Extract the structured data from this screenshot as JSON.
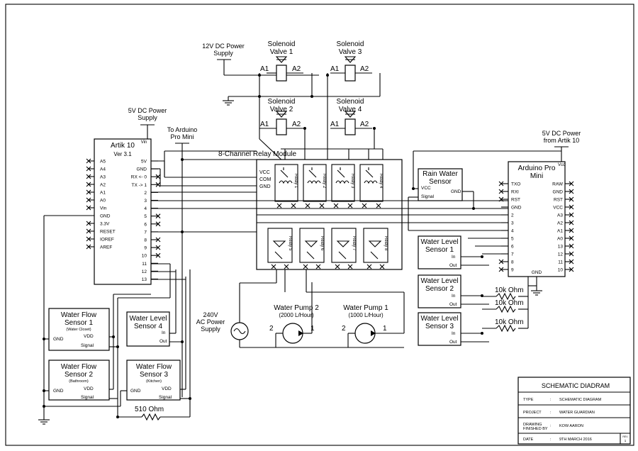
{
  "title_block": {
    "heading": "SCHEMATIC DIADRAM",
    "type_label": "TYPE",
    "type_value": "SCHEMATIC DIAGRAM",
    "project_label": "PROJECT",
    "project_value": "WATER GUARDIAN",
    "drawing_label_1": "DRAWING",
    "drawing_label_2": "FINISHED BY",
    "drawing_value": "KOW AARON",
    "date_label": "DATE",
    "date_value": "9TH MARCH 2016",
    "sep": ":",
    "rev_label": "REV",
    "rev_value": "1"
  },
  "power": {
    "v12": [
      "12V DC Power",
      "Supply"
    ],
    "v5_artik": [
      "5V DC Power",
      "Supply"
    ],
    "v5_pro": [
      "5V DC Power",
      "from Artik 10"
    ],
    "to_pro": [
      "To Arduino",
      "Pro Mini"
    ],
    "ac": [
      "240V",
      "AC Power",
      "Supply"
    ]
  },
  "solenoids": [
    {
      "l1": "Solenoid",
      "l2": "Valve 1",
      "a1": "A1",
      "a2": "A2"
    },
    {
      "l1": "Solenoid",
      "l2": "Valve 3",
      "a1": "A1",
      "a2": "A2"
    },
    {
      "l1": "Solenoid",
      "l2": "Valve 2",
      "a1": "A1",
      "a2": "A2"
    },
    {
      "l1": "Solenoid",
      "l2": "Valve 4",
      "a1": "A1",
      "a2": "A2"
    }
  ],
  "artik": {
    "name": "Artik 10",
    "ver": "Ver 3.1",
    "vin": "Vin",
    "left_pins": [
      "A5",
      "A4",
      "A3",
      "A2",
      "A1",
      "A0",
      "Vin",
      "GND",
      "3.3V",
      "RESET",
      "IOREF",
      "AREF"
    ],
    "right_pins": [
      "5V",
      "GND",
      "RX <- 0",
      "TX -> 1",
      "2",
      "3",
      "4",
      "5",
      "6",
      "7",
      "8",
      "9",
      "10",
      "11",
      "12",
      "13"
    ]
  },
  "relay_module": {
    "title": "8-Channel Relay Module",
    "vcc": "VCC",
    "com": "COM",
    "gnd": "GND",
    "relays_top": [
      "Relay 1",
      "Relay 2",
      "Relay 3",
      "Relay 4"
    ],
    "relays_bottom": [
      "Relay 5",
      "Relay 6",
      "Relay 7",
      "Relay 8"
    ]
  },
  "rain_sensor": {
    "l1": "Rain Water",
    "l2": "Sensor",
    "vcc": "VCC",
    "signal": "Signal",
    "gnd": "GND"
  },
  "pro_mini": {
    "name1": "Arduino Pro",
    "name2": "Mini",
    "vcc": "Vcc",
    "left_pins": [
      "TXO",
      "RXI",
      "RST",
      "GND",
      "2",
      "3",
      "4",
      "5",
      "6",
      "7",
      "8",
      "9"
    ],
    "right_pins": [
      "RAW",
      "GND",
      "RST",
      "VCC",
      "A3",
      "A2",
      "A1",
      "A0",
      "13",
      "12",
      "11",
      "10"
    ],
    "gnd": "GND"
  },
  "level_sensors": [
    {
      "l1": "Water Level",
      "l2": "Sensor 1",
      "in": "In",
      "out": "Out"
    },
    {
      "l1": "Water Level",
      "l2": "Sensor 2",
      "in": "In",
      "out": "Out"
    },
    {
      "l1": "Water Level",
      "l2": "Sensor 3",
      "in": "In",
      "out": "Out"
    },
    {
      "l1": "Water Level",
      "l2": "Sensor 4",
      "in": "In",
      "out": "Out"
    }
  ],
  "resistors": [
    "10k Ohm",
    "10k Ohm",
    "10k Ohm",
    "510 Ohm"
  ],
  "flow_sensors": [
    {
      "l1": "Water Flow",
      "l2": "Sensor 1",
      "sub": "(Water Closet)",
      "gnd": "GND",
      "vdd": "VDD",
      "signal": "Signal"
    },
    {
      "l1": "Water Flow",
      "l2": "Sensor 2",
      "sub": "(Bathroom)",
      "gnd": "GND",
      "vdd": "VDD",
      "signal": "Signal"
    },
    {
      "l1": "Water Flow",
      "l2": "Sensor 3",
      "sub": "(Kitchen)",
      "gnd": "GND",
      "vdd": "VDD",
      "signal": "Signal"
    }
  ],
  "pumps": [
    {
      "l1": "Water Pump 2",
      "l2": "(2000 L/Hour)",
      "p2": "2",
      "p1": "1"
    },
    {
      "l1": "Water Pump 1",
      "l2": "(1000 L/Hour)",
      "p2": "2",
      "p1": "1"
    }
  ]
}
